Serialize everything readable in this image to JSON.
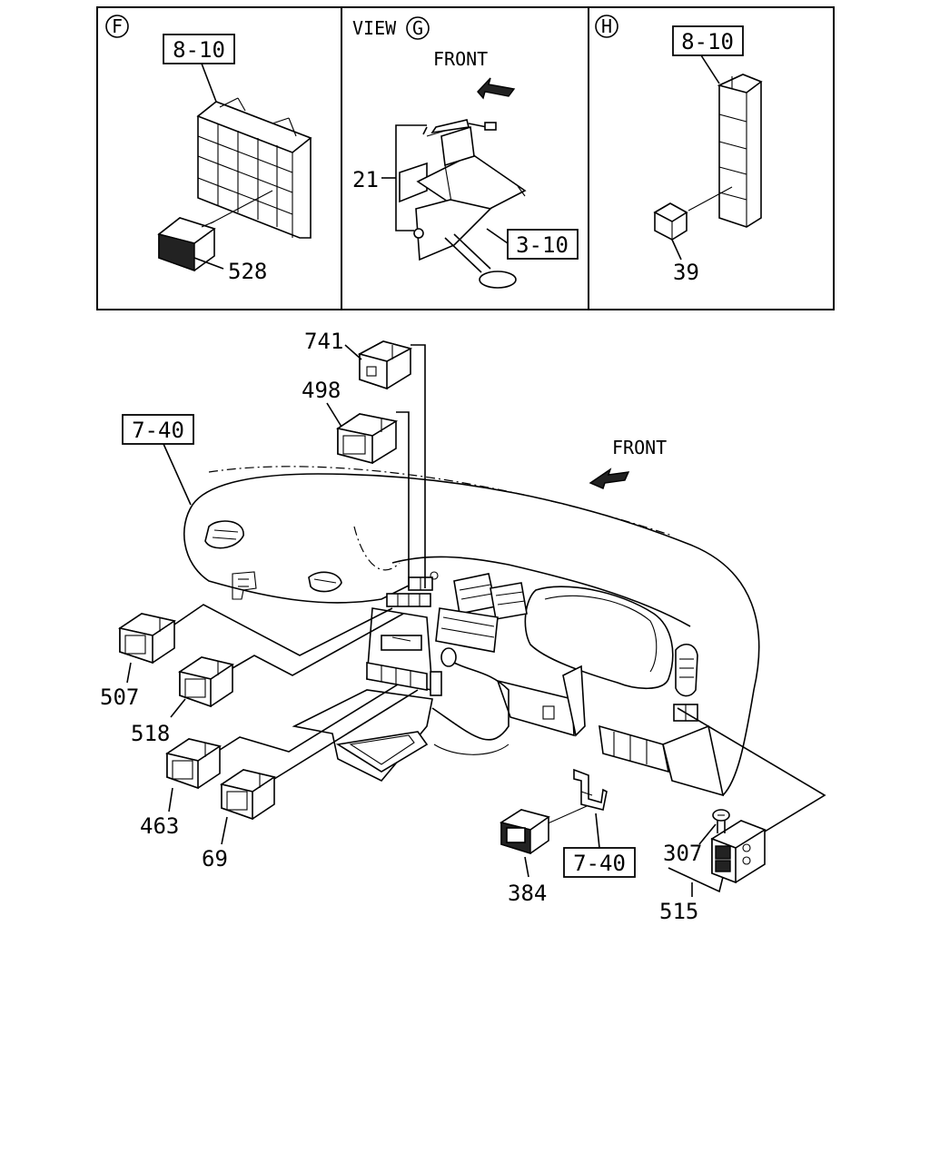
{
  "panels": {
    "f": {
      "marker": "F",
      "ref": "8-10",
      "part": "528"
    },
    "g": {
      "view_prefix": "VIEW",
      "marker": "G",
      "front": "FRONT",
      "ref": "3-10",
      "part": "21"
    },
    "h": {
      "marker": "H",
      "ref": "8-10",
      "part": "39"
    }
  },
  "main": {
    "front": "FRONT",
    "ref_top": "7-40",
    "ref_bottom": "7-40",
    "parts": {
      "p741": "741",
      "p498": "498",
      "p507": "507",
      "p518": "518",
      "p463": "463",
      "p69": "69",
      "p384": "384",
      "p307": "307",
      "p515": "515"
    }
  }
}
